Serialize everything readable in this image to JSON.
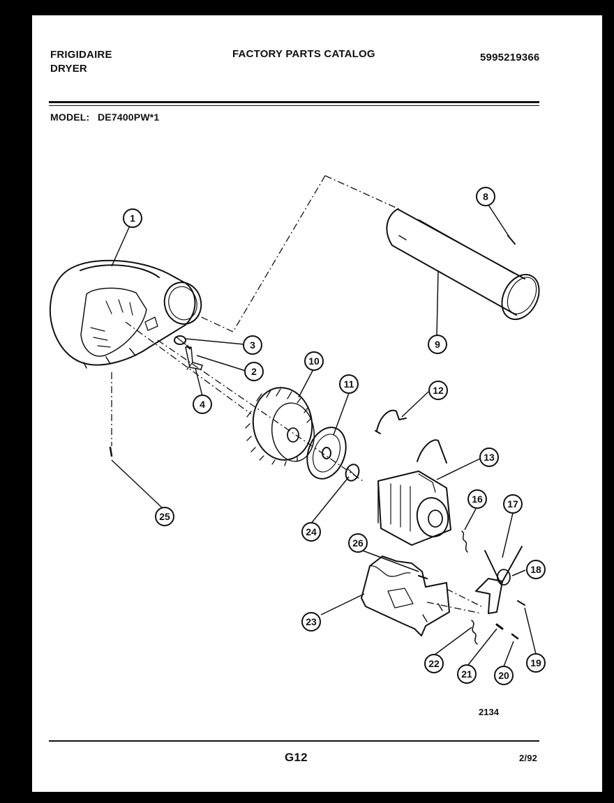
{
  "header": {
    "brand": "FRIGIDAIRE",
    "product": "DRYER",
    "catalog_title": "FACTORY PARTS CATALOG",
    "catalog_number": "5995219366",
    "model_label": "MODEL:",
    "model_value": "DE7400PW*1"
  },
  "diagram": {
    "callouts": [
      "1",
      "2",
      "3",
      "4",
      "8",
      "9",
      "10",
      "11",
      "12",
      "13",
      "16",
      "17",
      "18",
      "19",
      "20",
      "21",
      "22",
      "23",
      "24",
      "25",
      "26"
    ],
    "figure_number": "2134"
  },
  "footer": {
    "page_code": "G12",
    "date": "2/92"
  }
}
